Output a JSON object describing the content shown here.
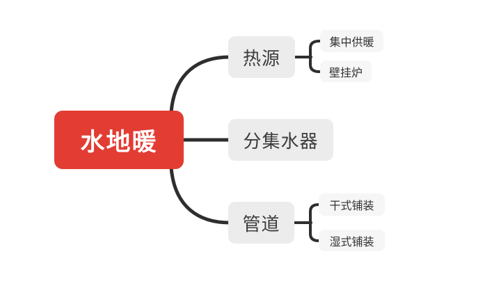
{
  "canvas": {
    "background": "#ffffff"
  },
  "colors": {
    "root_bg": "#e23c33",
    "root_text": "#ffffff",
    "branch_bg": "#ececec",
    "branch_text": "#3d3d3d",
    "child_bg": "#f6f6f6",
    "child_text": "#333333",
    "connector": "#2e2e2e"
  },
  "mindmap": {
    "root": {
      "label": "水地暖"
    },
    "branches": [
      {
        "label": "热源",
        "children": [
          {
            "label": "集中供暖"
          },
          {
            "label": "壁挂炉"
          }
        ]
      },
      {
        "label": "分集水器",
        "children": []
      },
      {
        "label": "管道",
        "children": [
          {
            "label": "干式铺装"
          },
          {
            "label": "湿式铺装"
          }
        ]
      }
    ]
  }
}
